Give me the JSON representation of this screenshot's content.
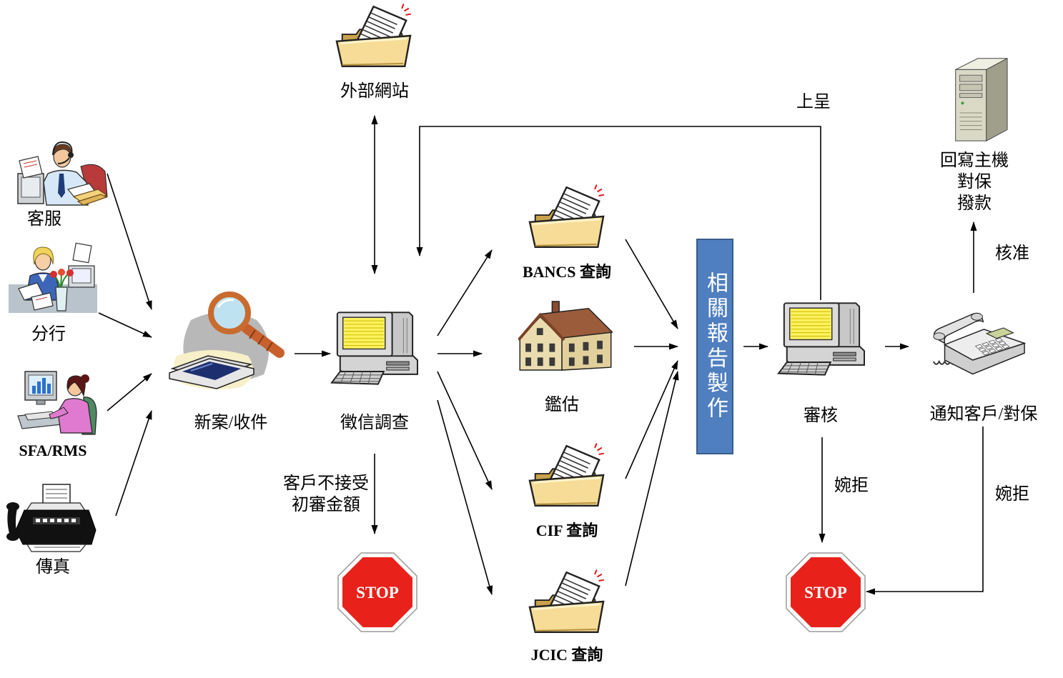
{
  "diagram": {
    "sources": {
      "customer_service": "客服",
      "branch": "分行",
      "sfa_rms": "SFA/RMS",
      "fax": "傳真"
    },
    "new_case": "新案/收件",
    "credit_investigation": "徵信調查",
    "external_website": "外部網站",
    "escalate": "上呈",
    "customer_declines": [
      "客戶不接受",
      "初審金額"
    ],
    "queries": {
      "bancs": "BANCS 查詢",
      "appraisal": "鑑估",
      "cif": "CIF 查詢",
      "jcic": "JCIC 查詢"
    },
    "report_production": "相關報告製作",
    "review": "審核",
    "review_reject": "婉拒",
    "notify_customer": "通知客戶/對保",
    "notify_reject": "婉拒",
    "approve": "核准",
    "host_actions": [
      "回寫主機",
      "對保",
      "撥款"
    ],
    "stop_signs": [
      "STOP",
      "STOP"
    ]
  },
  "icons": {
    "customer_service": "call-center-agent-icon",
    "branch": "branch-clerk-icon",
    "sfa_rms": "computer-user-icon",
    "fax": "fax-machine-icon",
    "new_case": "scanner-magnifier-icon",
    "credit_investigation": "desktop-computer-icon",
    "external_website": "open-folder-icon",
    "bancs": "open-folder-icon",
    "appraisal": "house-icon",
    "cif": "open-folder-icon",
    "jcic": "open-folder-icon",
    "review": "desktop-computer-icon",
    "notify_customer": "telephone-icon",
    "host": "server-tower-icon",
    "stop": "stop-sign-icon"
  },
  "colors": {
    "report_fill": "#4f7fbf",
    "report_stroke": "#385d8a",
    "stop_fill": "#e8221b",
    "arrow": "#000000",
    "screen_yellow": "#fff25e",
    "folder_yellow": "#f6dc96"
  }
}
